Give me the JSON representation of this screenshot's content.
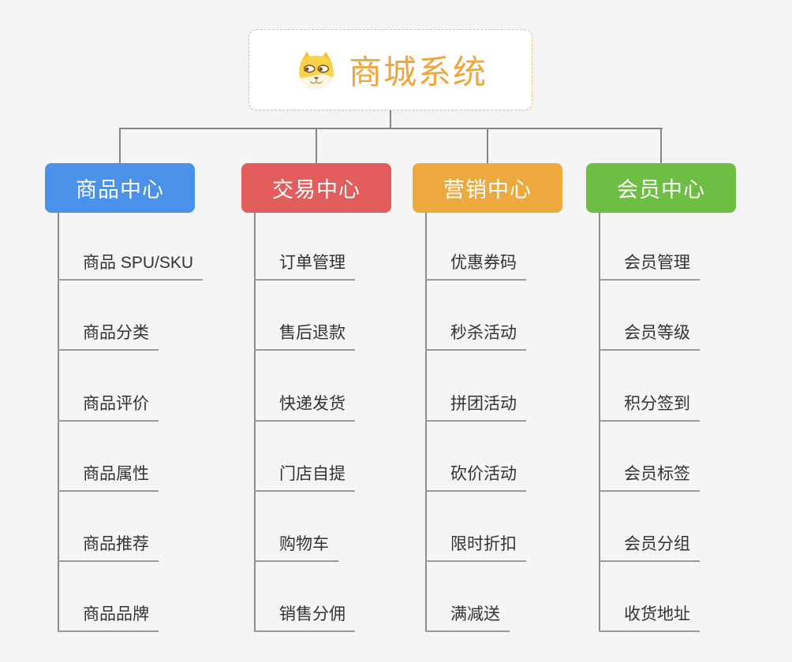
{
  "root": {
    "title": "商城系统",
    "icon": "dog-face-icon",
    "title_color": "#f0a63c",
    "border_color": "#f2bf6d"
  },
  "connector_color": "#858585",
  "underline_color": "#9a9a9a",
  "branches": [
    {
      "label": "商品中心",
      "color": "#4a91e9",
      "items": [
        "商品 SPU/SKU",
        "商品分类",
        "商品评价",
        "商品属性",
        "商品推荐",
        "商品品牌"
      ]
    },
    {
      "label": "交易中心",
      "color": "#e35d5d",
      "items": [
        "订单管理",
        "售后退款",
        "快递发货",
        "门店自提",
        "购物车",
        "销售分佣"
      ]
    },
    {
      "label": "营销中心",
      "color": "#eda93e",
      "items": [
        "优惠券码",
        "秒杀活动",
        "拼团活动",
        "砍价活动",
        "限时折扣",
        "满减送"
      ]
    },
    {
      "label": "会员中心",
      "color": "#6fbe44",
      "items": [
        "会员管理",
        "会员等级",
        "积分签到",
        "会员标签",
        "会员分组",
        "收货地址"
      ]
    }
  ]
}
